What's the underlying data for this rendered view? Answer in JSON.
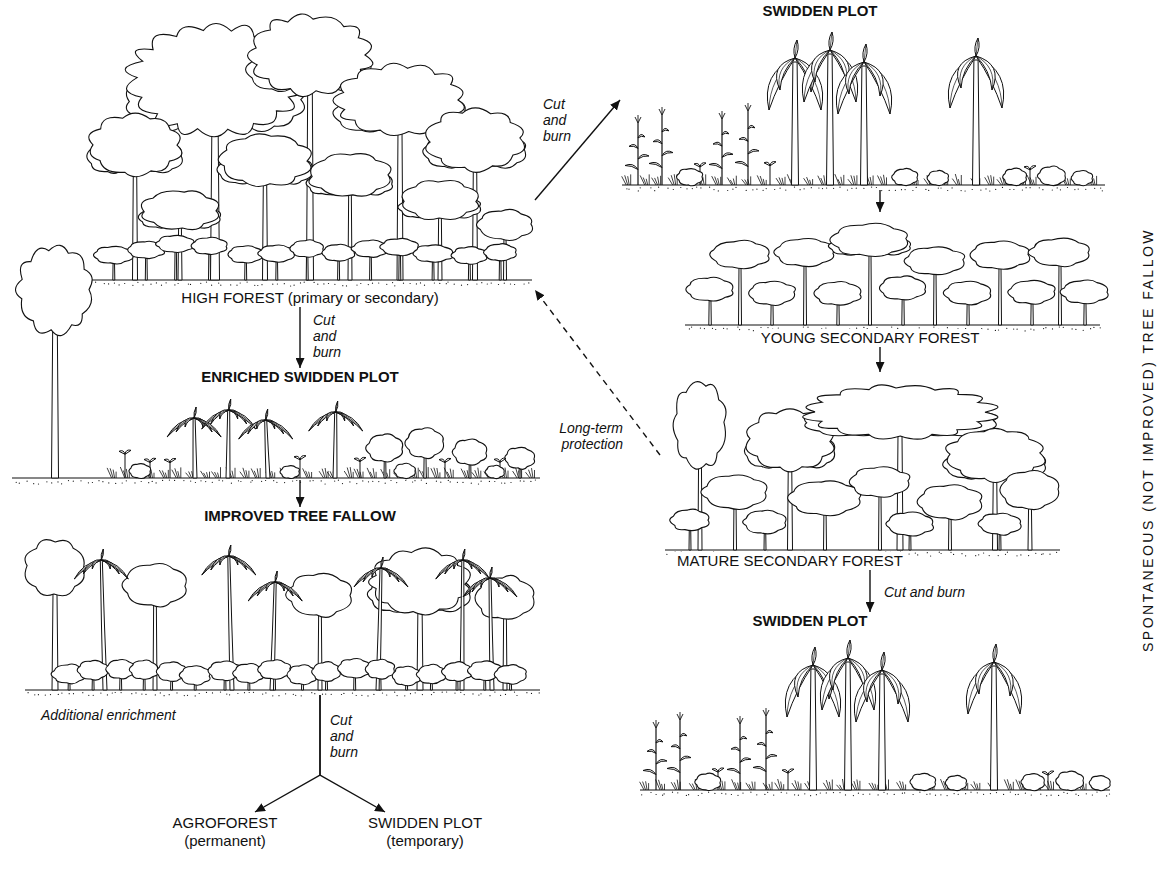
{
  "diagram": {
    "nodes": [
      {
        "text": [
          "HIGH FOREST (primary or secondary)"
        ]
      },
      {
        "text": [
          "ENRICHED SWIDDEN PLOT"
        ]
      },
      {
        "text": [
          "IMPROVED TREE FALLOW"
        ]
      },
      {
        "text": [
          "AGROFOREST (permanent)"
        ]
      },
      {
        "text": [
          "SWIDDEN PLOT (temporary)"
        ]
      },
      {
        "text": [
          "SWIDDEN PLOT"
        ]
      },
      {
        "text": [
          "YOUNG SECONDARY FOREST"
        ]
      },
      {
        "text": [
          "MATURE SECONDARY FOREST"
        ]
      },
      {
        "text": [
          "SWIDDEN PLOT"
        ]
      }
    ],
    "edges": [
      {
        "from": 0,
        "to": 1,
        "label": "Cut and burn",
        "arrow": "to"
      },
      {
        "from": 1,
        "to": 2,
        "arrow": "to"
      },
      {
        "from": 2,
        "to": 3,
        "label": "Cut and burn",
        "arrow": "to"
      },
      {
        "from": 2,
        "to": 4,
        "arrow": "to"
      },
      {
        "from": 0,
        "to": 5,
        "label": "Cut and burn",
        "arrow": "to"
      },
      {
        "from": 5,
        "to": 6,
        "arrow": "to"
      },
      {
        "from": 6,
        "to": 7,
        "arrow": "to"
      },
      {
        "from": 7,
        "to": 0,
        "label": "Long-term protection",
        "arrow": "to"
      },
      {
        "from": 7,
        "to": 8,
        "label": "Cut and burn",
        "arrow": "to"
      }
    ],
    "labels": [
      "Additional enrichment",
      "SPONTANEOUS (NOT IMPROVED) TREE FALLOW"
    ]
  }
}
